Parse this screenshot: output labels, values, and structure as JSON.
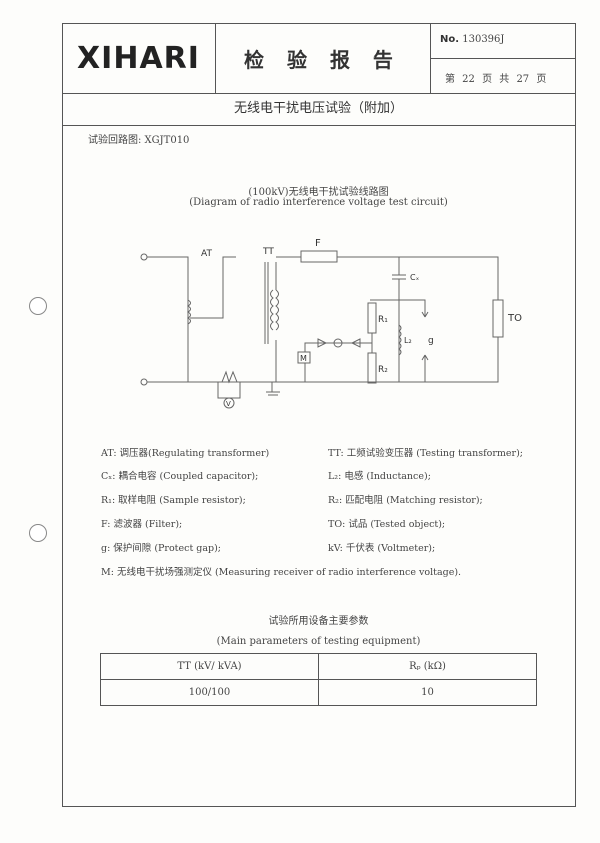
{
  "header": {
    "logo": "XIHARI",
    "report_title": "检 验 报 告",
    "no_label": "No.",
    "no_value": "130396J",
    "page_info": "第 22 页 共 27 页"
  },
  "section_title": "无线电干扰电压试验（附加）",
  "circuit_ref": "试验回路图: XGJT010",
  "diagram": {
    "title_cn": "(100kV)无线电干扰试验线路图",
    "title_en": "(Diagram of radio interference voltage test circuit)",
    "labels": {
      "at": "AT",
      "tt": "TT",
      "f": "F",
      "cx": "Cₓ",
      "r1": "R₁",
      "r2": "R₂",
      "l2": "L₂",
      "g": "g",
      "to": "TO",
      "m": "M",
      "v": "V"
    }
  },
  "legend": [
    "AT: 调压器(Regulating transformer)",
    "TT: 工频试验变压器 (Testing transformer);",
    "Cₓ: 耦合电容 (Coupled capacitor);",
    "L₂: 电感 (Inductance);",
    "R₁: 取样电阻 (Sample resistor);",
    "R₂: 匹配电阻 (Matching resistor);",
    "F: 滤波器 (Filter);",
    "TO: 试品 (Tested object);",
    "g: 保护间隙 (Protect gap);",
    "kV: 千伏表 (Voltmeter);",
    "M: 无线电干扰场强测定仪 (Measuring receiver of radio interference voltage)."
  ],
  "equipment": {
    "title_cn": "试验所用设备主要参数",
    "title_en": "(Main parameters of testing equipment)",
    "headers": [
      "TT (kV/ kVA)",
      "Rₚ (kΩ)"
    ],
    "rows": [
      [
        "100/100",
        "10"
      ]
    ]
  }
}
